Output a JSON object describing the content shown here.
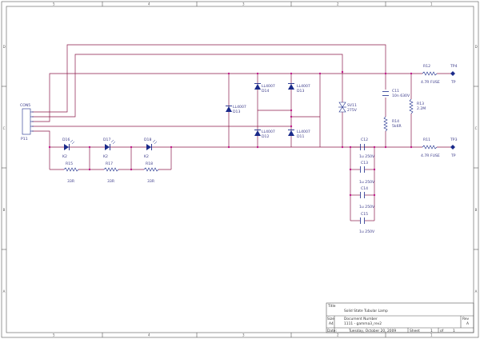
{
  "colors": {
    "wire": "#8b1a4a",
    "component": "#1a2a8a",
    "junction": "#c01a8a",
    "border": "#555555",
    "label": "#3b3b8a"
  },
  "frame": {
    "columns_top": [
      "5",
      "4",
      "3",
      "2",
      "1"
    ],
    "columns_bottom": [
      "5",
      "4",
      "3",
      "2",
      "1"
    ],
    "rows_left": [
      "D",
      "C",
      "B",
      "A"
    ],
    "rows_right": [
      "D",
      "C",
      "B",
      "A"
    ]
  },
  "connector": {
    "ref": "CON5",
    "name": "P11"
  },
  "leds": [
    {
      "ref": "D16",
      "sub": "K2"
    },
    {
      "ref": "D17",
      "sub": "K2"
    },
    {
      "ref": "D18",
      "sub": "K2"
    }
  ],
  "resistors_bottom": [
    {
      "ref": "R15",
      "value": "33R"
    },
    {
      "ref": "R17",
      "value": "33R"
    },
    {
      "ref": "R18",
      "value": "33R"
    }
  ],
  "bridge": [
    {
      "part": "LL4007",
      "ref": "D13"
    },
    {
      "part": "LL4007",
      "ref": "D14"
    },
    {
      "part": "LL4007",
      "ref": "D13"
    },
    {
      "part": "LL4007",
      "ref": "D12"
    },
    {
      "part": "LL4007",
      "ref": "D11"
    }
  ],
  "varistor": {
    "ref": "SV11",
    "value": "275V"
  },
  "caps_stack": [
    {
      "ref": "C12",
      "value": "1u 250V"
    },
    {
      "ref": "C13",
      "value": "1u 250V"
    },
    {
      "ref": "C14",
      "value": "1u 250V"
    },
    {
      "ref": "C15",
      "value": "1u 250V"
    }
  ],
  "c11": {
    "ref": "C11",
    "value": "10n 630V"
  },
  "r14": {
    "ref": "R14",
    "value": "5k6R"
  },
  "r13": {
    "ref": "R13",
    "value": "2.2M"
  },
  "r12": {
    "ref": "R12",
    "value": "4.7R FUSE"
  },
  "r11": {
    "ref": "R11",
    "value": "4.7R FUSE"
  },
  "tp_top": {
    "ref": "TP4",
    "net": "TP"
  },
  "tp_bottom": {
    "ref": "TP3",
    "net": "TP"
  },
  "title_block": {
    "title_label": "Title",
    "title": "Solid State Tubular Lamp",
    "size_label": "Size",
    "size": "A4",
    "docnum_label": "Document Number",
    "docnum": "1111 - gamma3_rev2",
    "rev_label": "Rev",
    "rev": "A",
    "date_label": "Date:",
    "date": "Tuesday, October 20, 2009",
    "sheet_label": "Sheet",
    "sheet": "1",
    "of_label": "of",
    "of": "1"
  }
}
